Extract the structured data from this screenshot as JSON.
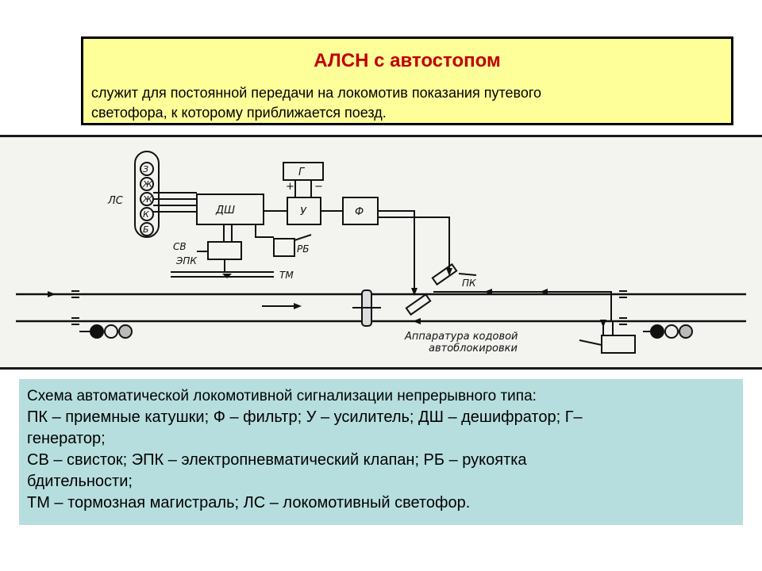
{
  "header": {
    "title": "АЛСН с автостопом",
    "description_line1": "служит для постоянной передачи на локомотив показания путевого",
    "description_line2": "светофора, к которому приближается поезд."
  },
  "diagram": {
    "labels": {
      "ls": "ЛС",
      "signal_lamps": [
        "З",
        "Ж",
        "Ж",
        "К",
        "Б"
      ],
      "g": "Г",
      "plus": "+",
      "minus": "−",
      "dsh": "ДШ",
      "u": "У",
      "f": "Ф",
      "sv": "СВ",
      "epk": "ЭПК",
      "rb": "РБ",
      "tm": "ТМ",
      "pk": "ПК",
      "apparatus_line1": "Аппаратура кодовой",
      "apparatus_line2": "автоблокировки"
    }
  },
  "legend": {
    "line1": "Схема автоматической локомотивной сигнализации непрерывного типа:",
    "line2": "ПК –  приемные катушки; Ф – фильтр; У – усилитель;  ДШ – дешифратор; Г–",
    "line3": "генератор;",
    "line4": "СВ – свисток; ЭПК – электропневматический клапан; РБ – рукоятка",
    "line5": "бдительности;",
    "line6": "ТМ – тормозная магистраль; ЛС – локомотивный светофор."
  }
}
